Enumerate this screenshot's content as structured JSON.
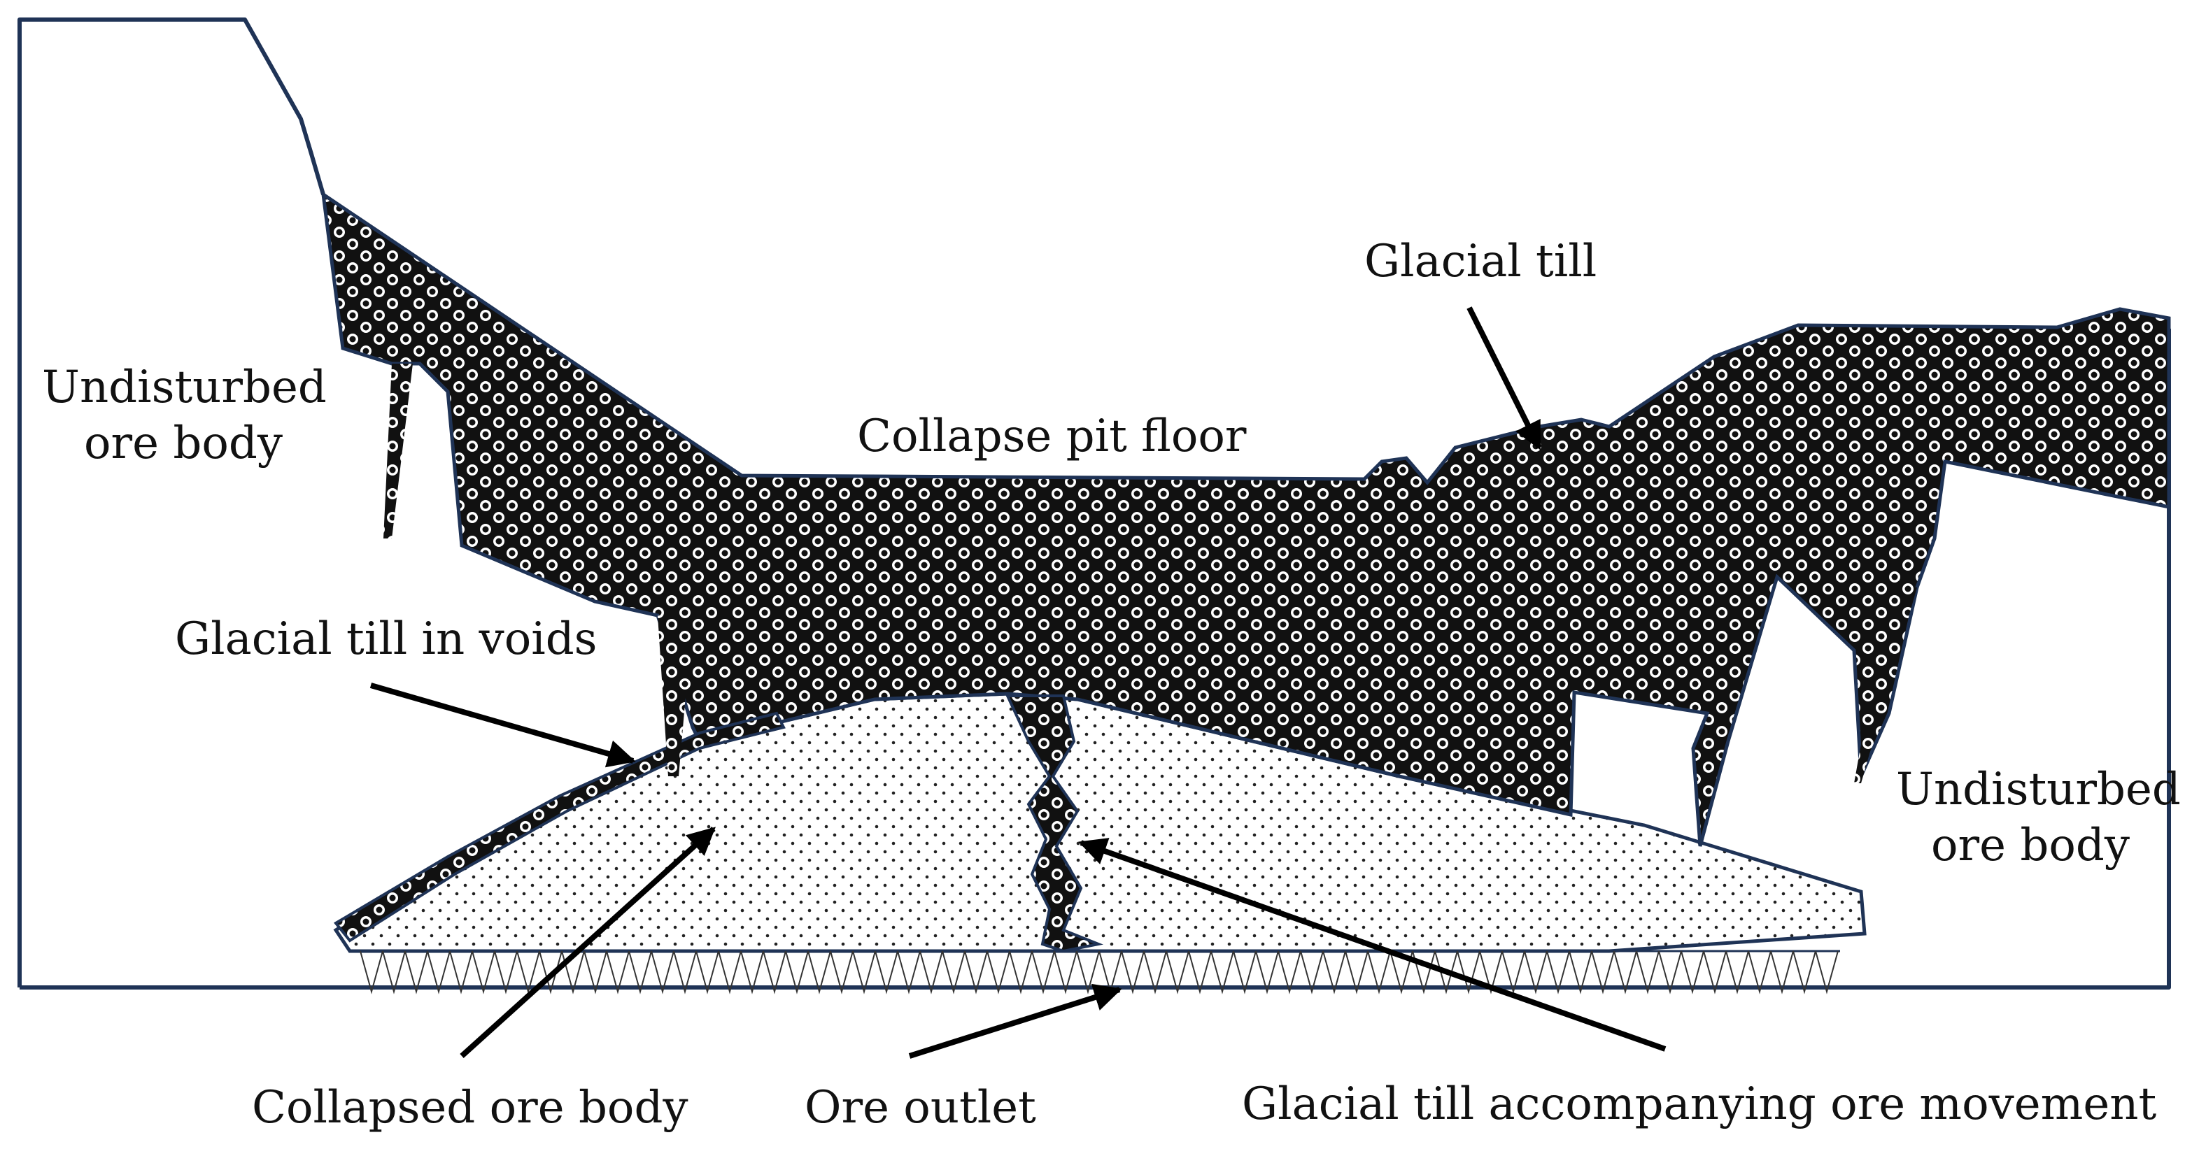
{
  "labels": {
    "undisturbed_left_1": "Undisturbed",
    "undisturbed_left_2": "ore body",
    "undisturbed_right_1": "Undisturbed",
    "undisturbed_right_2": "ore body",
    "glacial_till": "Glacial till",
    "collapse_pit_floor": "Collapse pit floor",
    "glacial_till_in_voids": "Glacial till in voids",
    "collapsed_ore_body": "Collapsed ore body",
    "ore_outlet": "Ore outlet",
    "glacial_till_accompanying": "Glacial till accompanying ore movement"
  },
  "colors": {
    "outline": "#1f3356",
    "till_fill": "#111111",
    "ore_dots": "#222222",
    "background": "#ffffff"
  }
}
